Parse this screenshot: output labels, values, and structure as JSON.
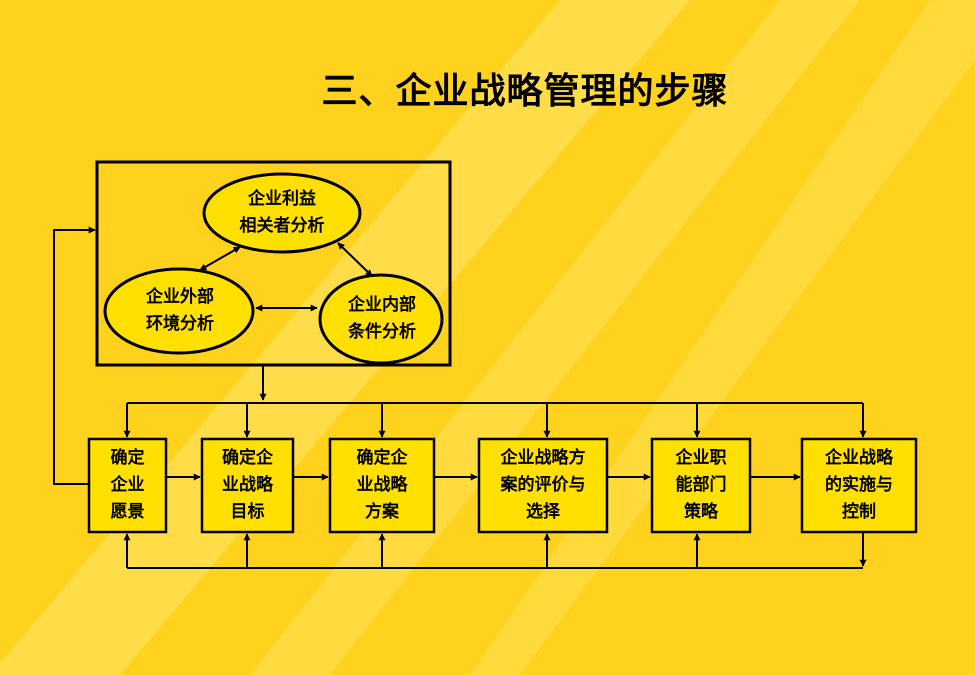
{
  "title": "三、企业战略管理的步骤",
  "colors": {
    "background": "#FFD21E",
    "stripe": "#FFE66B",
    "box_fill": "#FFE000",
    "line": "#000000"
  },
  "analysis": {
    "stakeholders": "企业利益\n相关者分析",
    "external": "企业外部\n环境分析",
    "internal": "企业内部\n条件分析"
  },
  "steps": [
    {
      "label": "确定\n企业\n愿景"
    },
    {
      "label": "确定企\n业战略\n目标"
    },
    {
      "label": "确定企\n业战略\n方案"
    },
    {
      "label": "企业战略方\n案的评价与\n选择"
    },
    {
      "label": "企业职\n能部门\n策略"
    },
    {
      "label": "企业战略\n的实施与\n控制"
    }
  ]
}
